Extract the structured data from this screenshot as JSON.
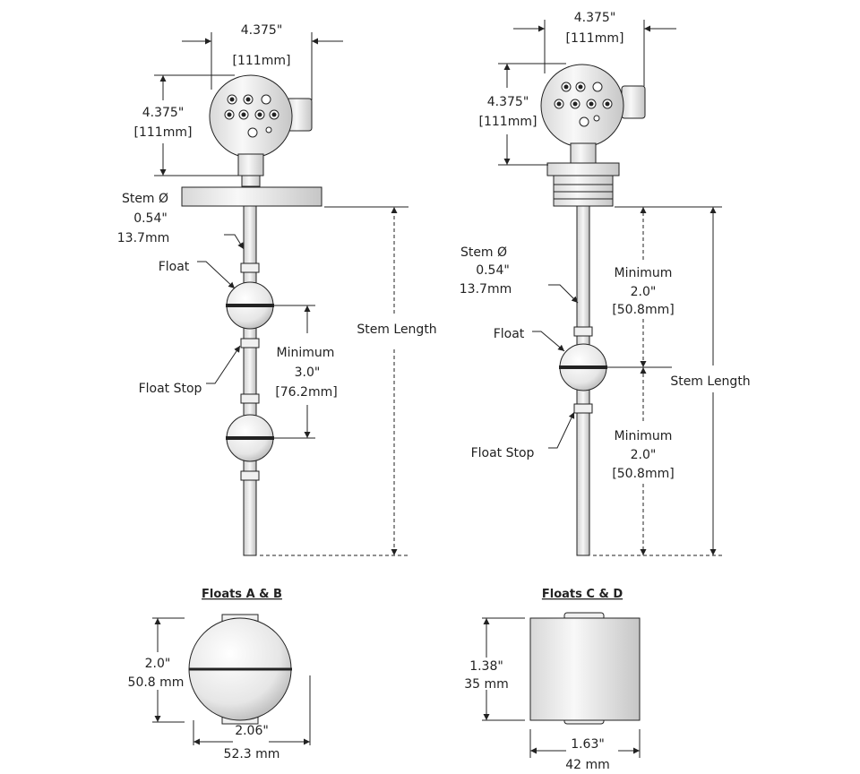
{
  "left_assembly": {
    "width_dim": {
      "inch": "4.375\"",
      "mm": "[111mm]"
    },
    "height_dim": {
      "inch": "4.375\"",
      "mm": "[111mm]"
    },
    "stem_diameter": {
      "label": "Stem Ø",
      "inch": "0.54\"",
      "mm": "13.7mm"
    },
    "float_label": "Float",
    "float_stop_label": "Float Stop",
    "float_spacing": {
      "label": "Minimum",
      "inch": "3.0\"",
      "mm": "[76.2mm]"
    },
    "stem_length_label": "Stem Length"
  },
  "right_assembly": {
    "width_dim": {
      "inch": "4.375\"",
      "mm": "[111mm]"
    },
    "height_dim": {
      "inch": "4.375\"",
      "mm": "[111mm]"
    },
    "stem_diameter": {
      "label": "Stem Ø",
      "inch": "0.54\"",
      "mm": "13.7mm"
    },
    "float_label": "Float",
    "float_stop_label": "Float Stop",
    "top_min": {
      "label": "Minimum",
      "inch": "2.0\"",
      "mm": "[50.8mm]"
    },
    "bottom_min": {
      "label": "Minimum",
      "inch": "2.0\"",
      "mm": "[50.8mm]"
    },
    "stem_length_label": "Stem Length"
  },
  "floats_ab": {
    "title": "Floats A & B",
    "height": {
      "inch": "2.0\"",
      "mm": "50.8 mm"
    },
    "width": {
      "inch": "2.06\"",
      "mm": "52.3 mm"
    }
  },
  "floats_cd": {
    "title": "Floats C & D",
    "height": {
      "inch": "1.38\"",
      "mm": "35 mm"
    },
    "width": {
      "inch": "1.63\"",
      "mm": "42 mm"
    }
  }
}
